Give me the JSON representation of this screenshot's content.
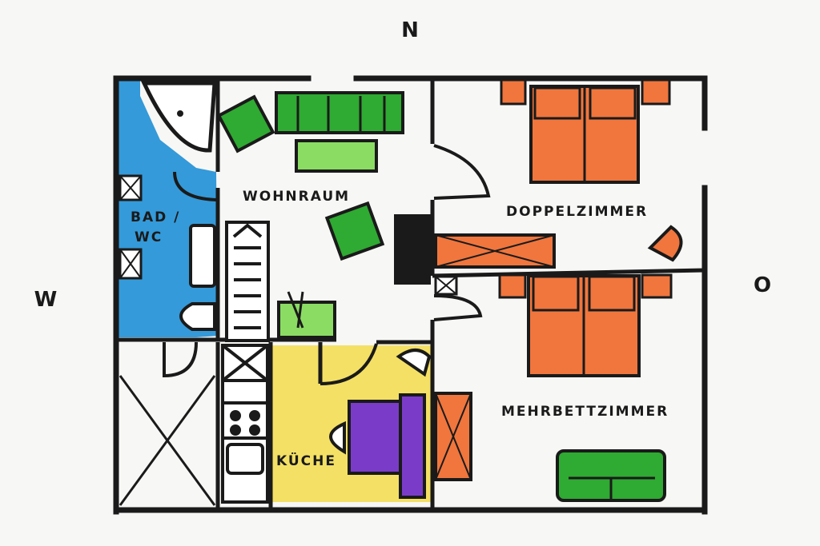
{
  "compass": {
    "north": "N",
    "west": "W",
    "east": "O"
  },
  "rooms": {
    "living": "WOHNRAUM",
    "bath_line1": "BAD /",
    "bath_line2": "WC",
    "double_room": "DOPPELZIMMER",
    "kitchen": "KÜCHE",
    "multi_bed_room": "MEHRBETTZIMMER"
  },
  "colors": {
    "wall": "#1a1a1a",
    "bath": "#1e8fd6",
    "kitchen": "#f3dc4a",
    "bed": "#f0763d",
    "sofa": "#2faa32",
    "light_green": "#8bdc63",
    "bench": "#7a3cc8"
  }
}
